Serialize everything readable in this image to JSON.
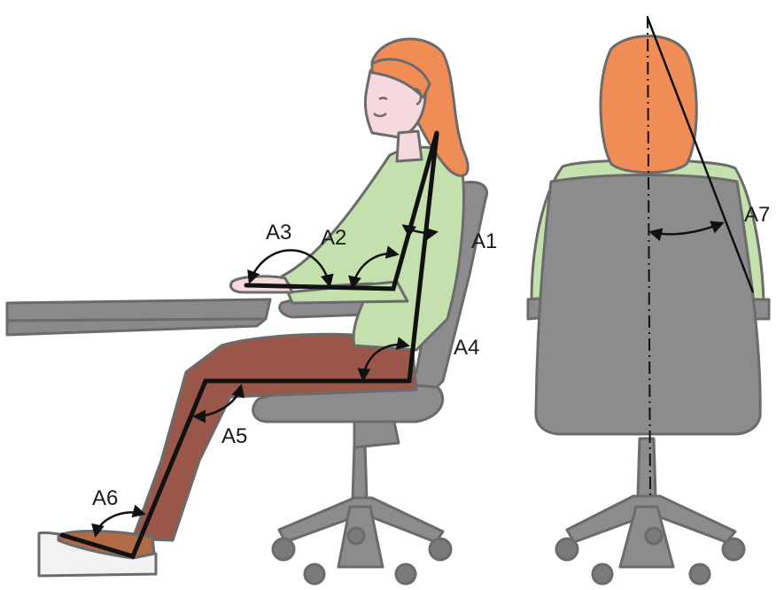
{
  "colors": {
    "hair": "#f08c55",
    "skin": "#f6d9dc",
    "shirt": "#c4e1ad",
    "pants": "#9a5648",
    "chair": "#8c8c8e",
    "chair_dark": "#7a7a7c",
    "desk": "#8a8a8c",
    "footrest": "#f2f2f2",
    "shoe": "#b06a45",
    "lines": "#111111"
  },
  "labels": {
    "a1": "A1",
    "a2": "A2",
    "a3": "A3",
    "a4": "A4",
    "a5": "A5",
    "a6": "A6",
    "a7": "A7"
  }
}
